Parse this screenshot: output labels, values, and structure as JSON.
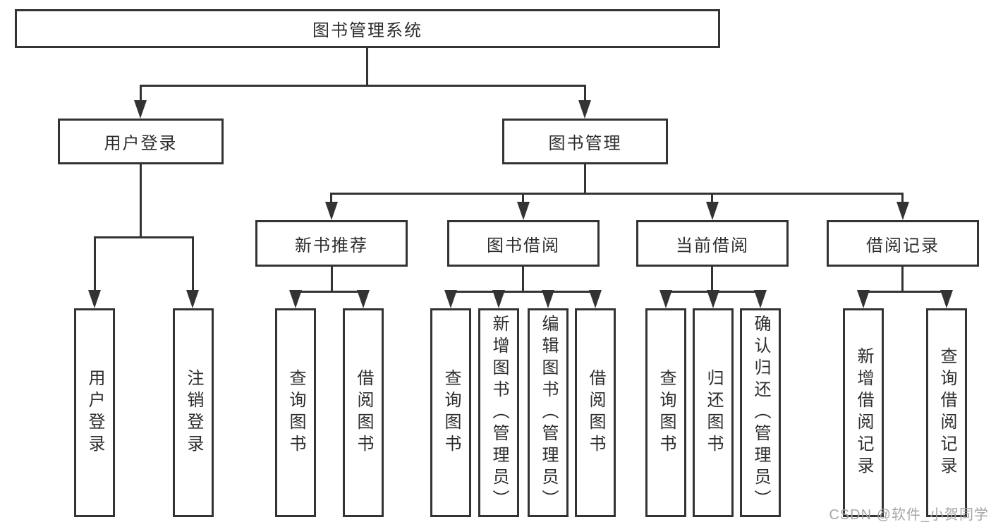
{
  "tree": {
    "label": "图书管理系统",
    "children": [
      {
        "label": "用户登录",
        "children": [
          {
            "label": "用户登录"
          },
          {
            "label": "注销登录"
          }
        ]
      },
      {
        "label": "图书管理",
        "children": [
          {
            "label": "新书推荐",
            "children": [
              {
                "label": "查询图书"
              },
              {
                "label": "借阅图书"
              }
            ]
          },
          {
            "label": "图书借阅",
            "children": [
              {
                "label": "查询图书"
              },
              {
                "label": "新增图书（管理员）"
              },
              {
                "label": "编辑图书（管理员）"
              },
              {
                "label": "借阅图书"
              }
            ]
          },
          {
            "label": "当前借阅",
            "children": [
              {
                "label": "查询图书"
              },
              {
                "label": "归还图书"
              },
              {
                "label": "确认归还（管理员）"
              }
            ]
          },
          {
            "label": "借阅记录",
            "children": [
              {
                "label": "新增借阅记录"
              },
              {
                "label": "查询借阅记录"
              }
            ]
          }
        ]
      }
    ]
  },
  "watermark": {
    "text": "CSDN @软件_小贺同学"
  },
  "colors": {
    "line": "#333333",
    "text": "#2d2d2d",
    "watermark": "#a6a6a6",
    "background": "#ffffff"
  }
}
